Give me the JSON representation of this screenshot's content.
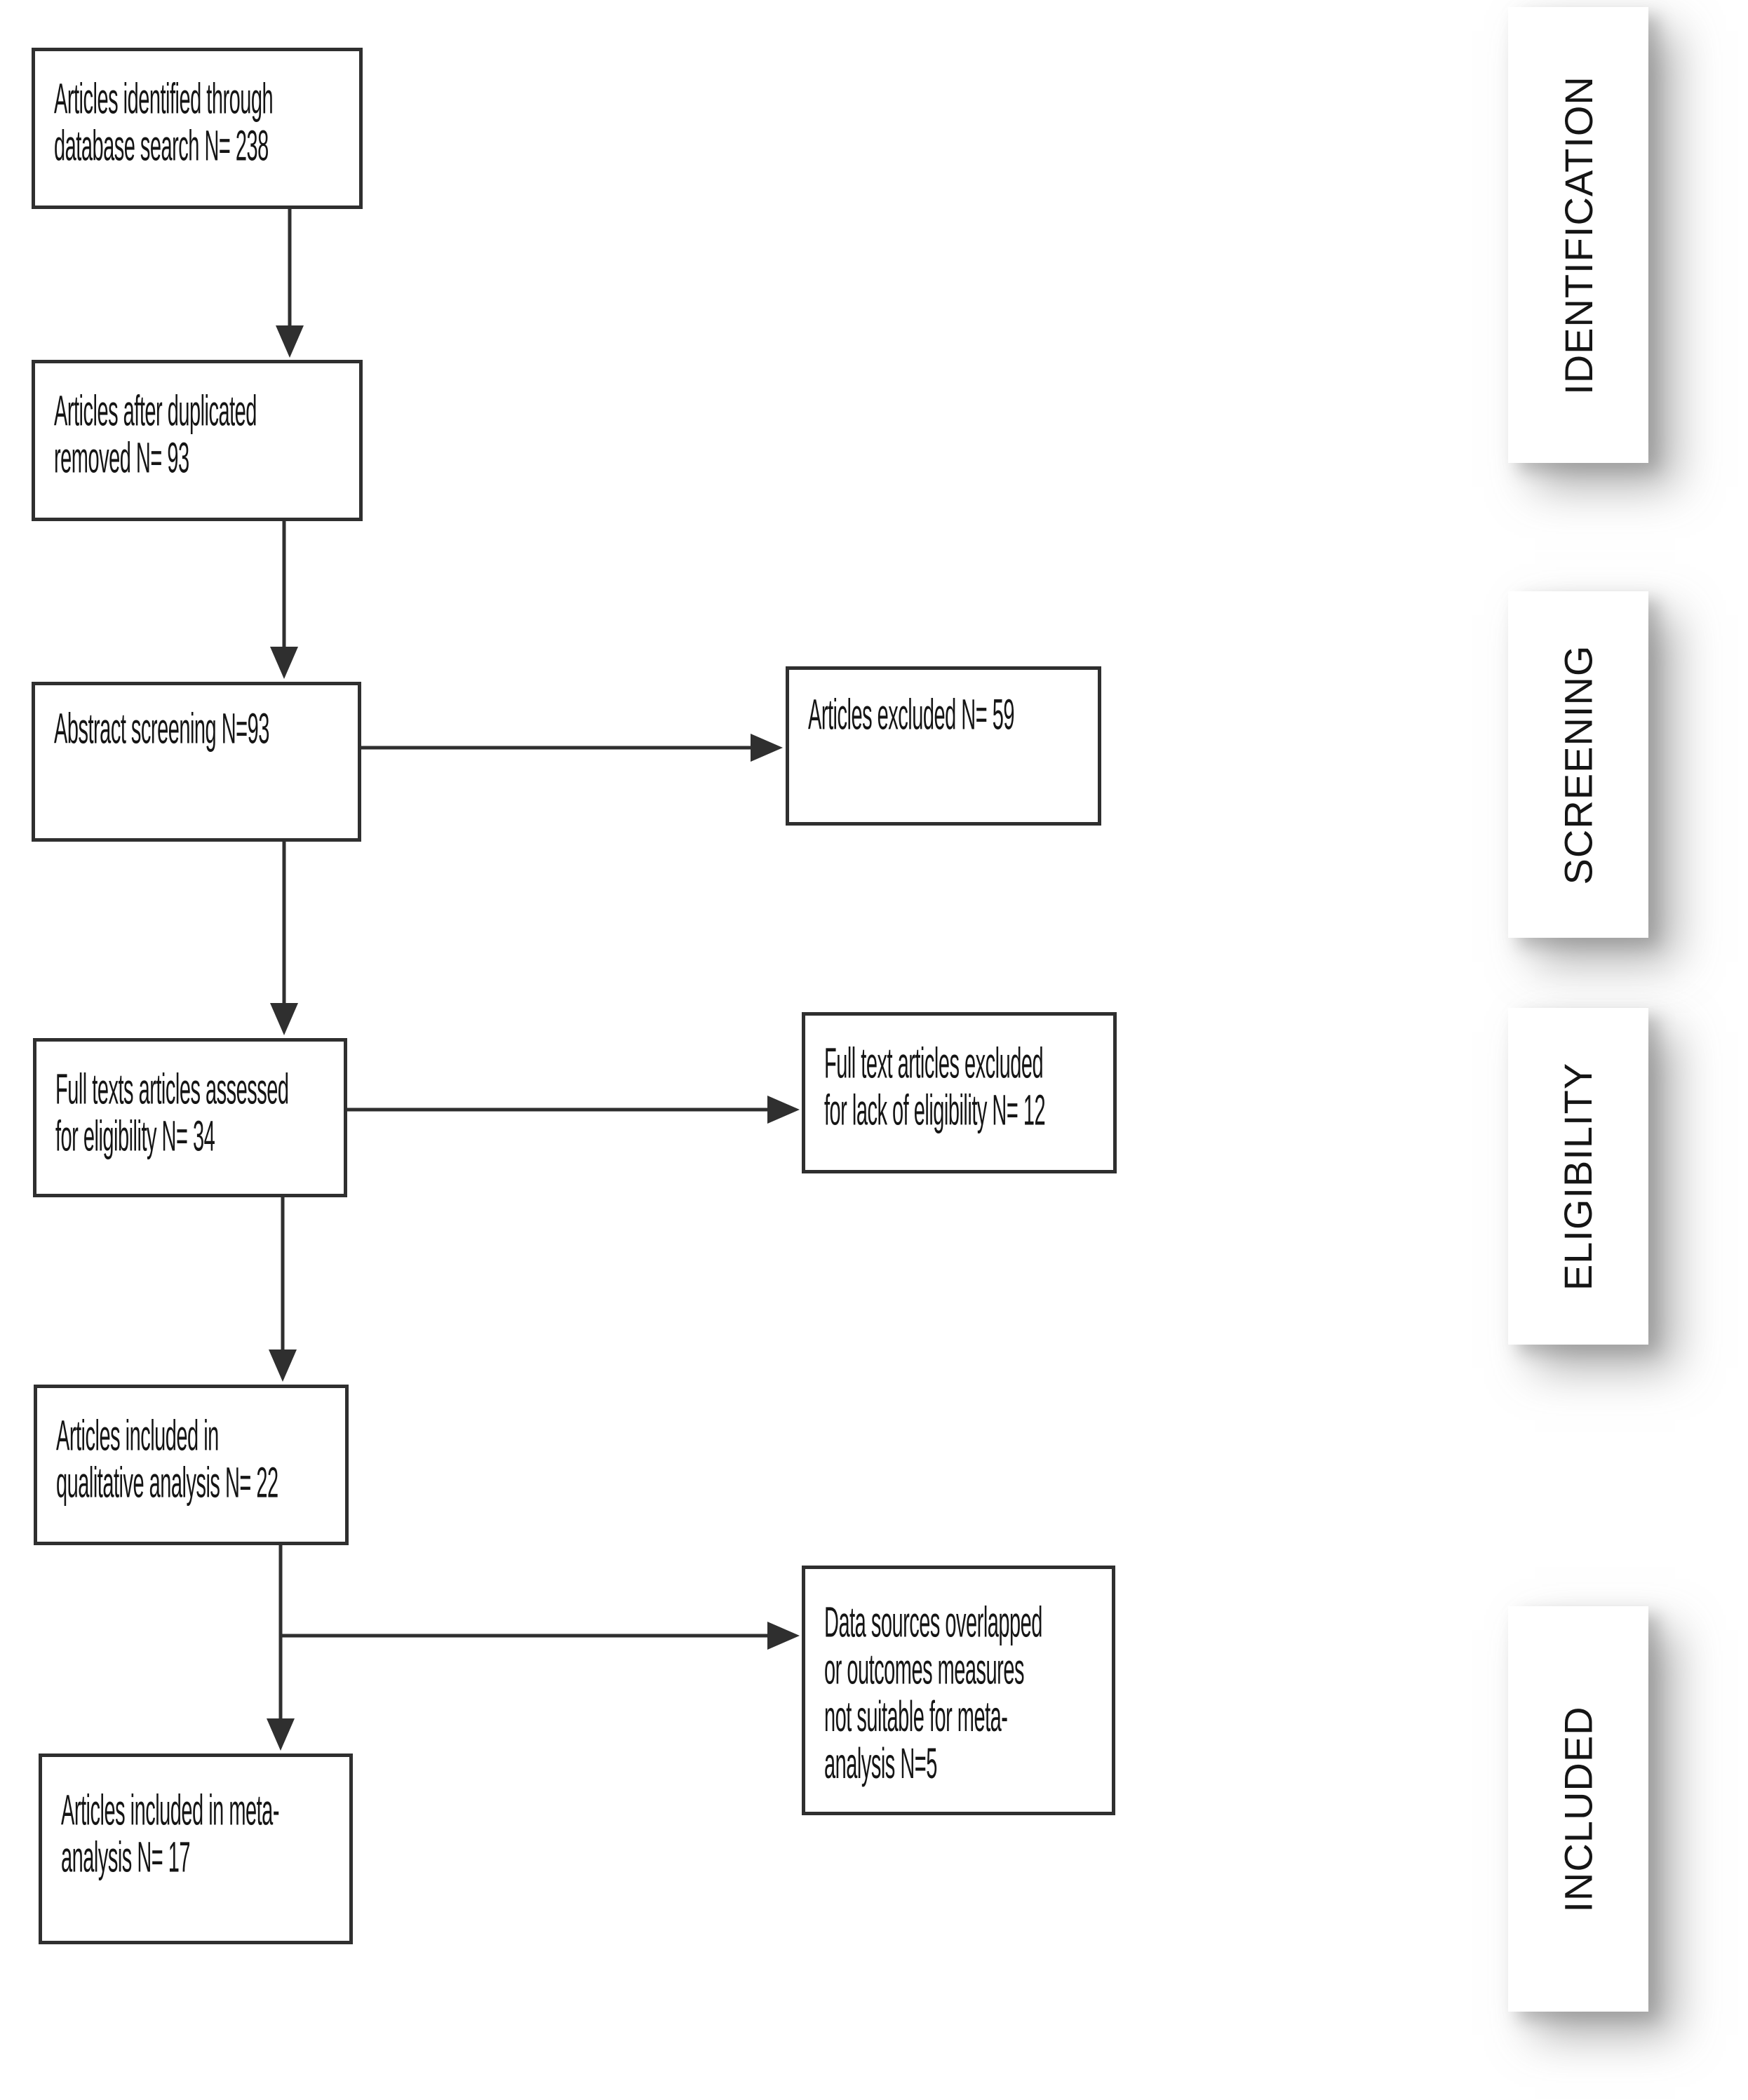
{
  "diagram_type": "prisma-flow-diagram",
  "stages": [
    "IDENTIFICATION",
    "SCREENING",
    "ELIGIBILITY",
    "INCLUDED"
  ],
  "flow": {
    "identified": {
      "lines": [
        "Articles identified through",
        "database search N= 238"
      ],
      "label": "Articles identified through database search",
      "n": 238
    },
    "deduplicated": {
      "lines": [
        "Articles after duplicated",
        "removed N= 93"
      ],
      "label": "Articles after duplicated removed",
      "n": 93
    },
    "abstract": {
      "lines": [
        "Abstract screening N=93"
      ],
      "label": "Abstract screening",
      "n": 93
    },
    "fulltext": {
      "lines": [
        "Full texts articles assessed",
        "for eligibility N= 34"
      ],
      "label": "Full texts articles assessed for eligibility",
      "n": 34
    },
    "qualitative": {
      "lines": [
        "Articles included in",
        "qualitative analysis N= 22"
      ],
      "label": "Articles included in qualitative analysis",
      "n": 22
    },
    "meta": {
      "lines": [
        "Articles included in meta-",
        "analysis N= 17"
      ],
      "label": "Articles included in meta-analysis",
      "n": 17
    }
  },
  "exclusions": {
    "abstract_excluded": {
      "lines": [
        "Articles excluded N= 59"
      ],
      "label": "Articles excluded",
      "n": 59
    },
    "fulltext_excluded": {
      "lines": [
        "Full text articles excluded",
        "for lack of eligibility N= 12"
      ],
      "label": "Full text articles excluded for lack of eligibility",
      "n": 12
    },
    "meta_excluded": {
      "lines": [
        "Data sources overlapped",
        "or outcomes measures",
        "not suitable for meta-",
        "analysis N=5"
      ],
      "label": "Data sources overlapped or outcomes measures not suitable for meta-analysis",
      "n": 5
    }
  },
  "colors": {
    "background": "#ffffff",
    "box_border": "#2f2f2f",
    "connector": "#2f2f2f",
    "text": "#151515",
    "card_shadow": "#787878"
  }
}
